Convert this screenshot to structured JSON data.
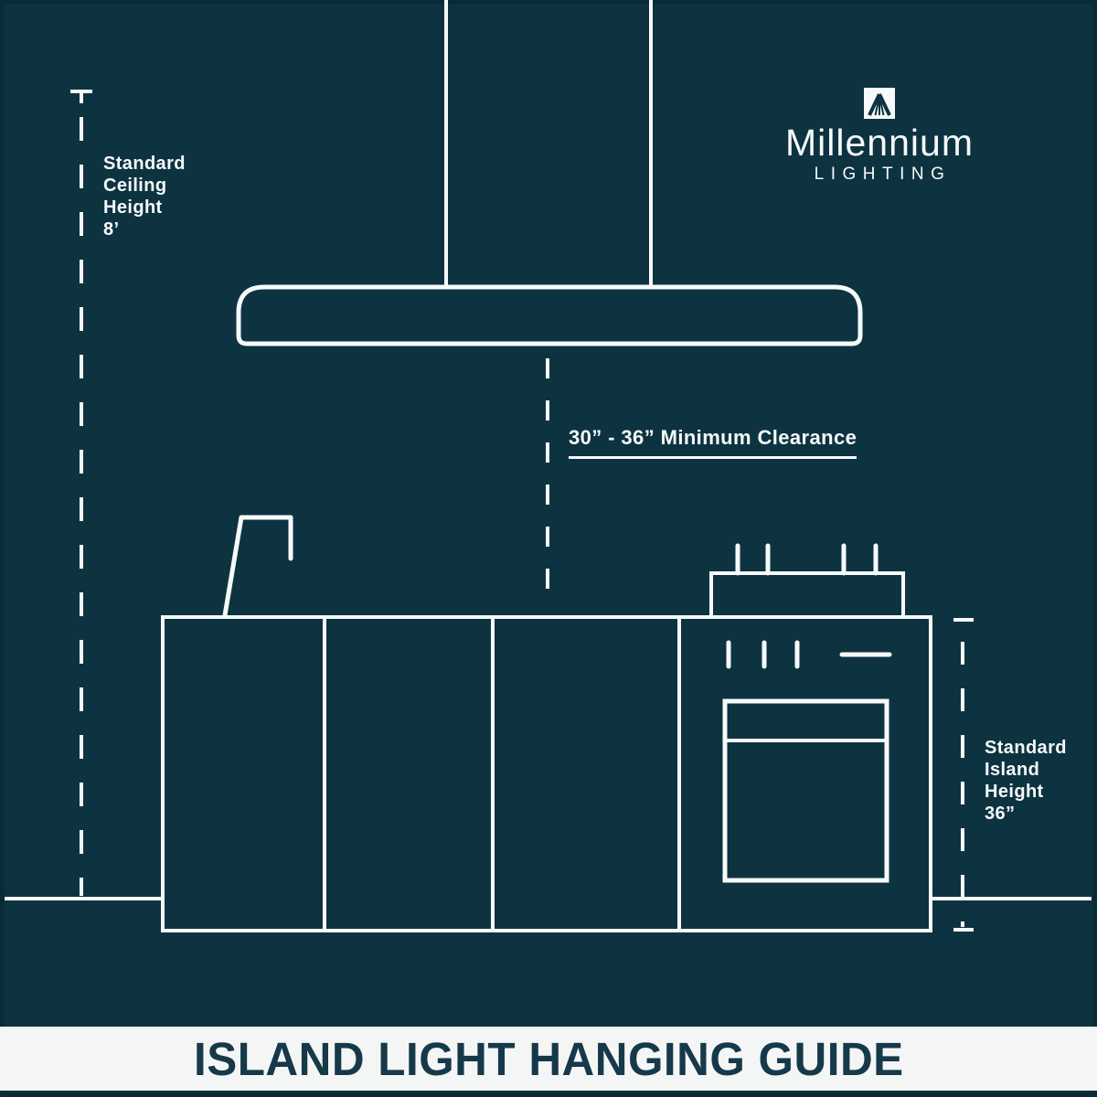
{
  "theme": {
    "bg": "#0d3341",
    "frame": "#0a2b36",
    "line": "#f7fafa",
    "band_bg": "#f4f6f6",
    "title_color": "#16394a"
  },
  "logo": {
    "brand": "Millennium",
    "tagline": "LIGHTING",
    "icon": "mountain-peak-logo-icon"
  },
  "dimensions": {
    "ceiling": {
      "lines": [
        "Standard",
        "Ceiling",
        "Height",
        "8’"
      ]
    },
    "island": {
      "lines": [
        "Standard",
        "Island",
        "Height",
        "36”"
      ]
    },
    "clearance": {
      "label": "30” - 36” Minimum Clearance"
    }
  },
  "footer": {
    "title": "ISLAND LIGHT HANGING GUIDE"
  }
}
